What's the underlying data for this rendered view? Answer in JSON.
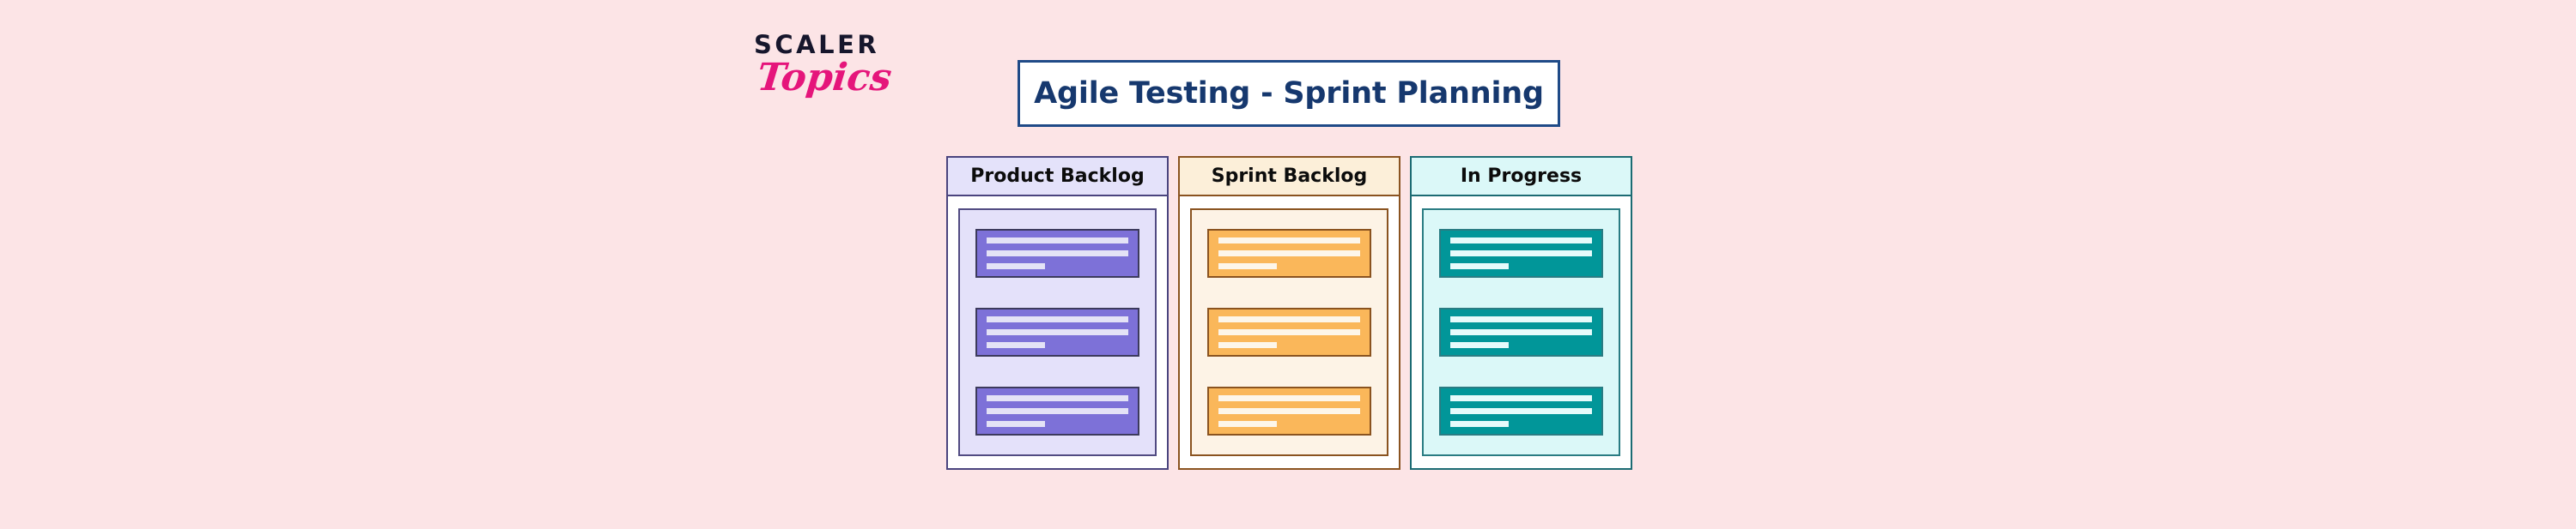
{
  "page": {
    "background_color": "#FCE4E6"
  },
  "logo": {
    "primary_text": "SCALER",
    "secondary_text": "Topics",
    "primary_color": "#16162C",
    "secondary_color": "#E5157B"
  },
  "title_banner": {
    "text": "Agile Testing - Sprint Planning",
    "text_color": "#16386E",
    "border_color": "#1F4A87",
    "background_color": "#FFFFFF"
  },
  "board": {
    "columns": [
      {
        "id": "product-backlog",
        "title": "Product Backlog",
        "header_background": "#E4E2FA",
        "border_color": "#4A447E",
        "panel_background": "#E4E1FA",
        "card_color": "#7D71D8",
        "card_line_color": "#E4E2F6",
        "cards": [
          {
            "lines": [
              "full",
              "full",
              "short"
            ]
          },
          {
            "lines": [
              "full",
              "full",
              "short"
            ]
          },
          {
            "lines": [
              "full",
              "full",
              "short"
            ]
          }
        ]
      },
      {
        "id": "sprint-backlog",
        "title": "Sprint Backlog",
        "header_background": "#FCEFD9",
        "border_color": "#8A5320",
        "panel_background": "#FDF3E6",
        "card_color": "#FAB75A",
        "card_line_color": "#FDF6EA",
        "cards": [
          {
            "lines": [
              "full",
              "full",
              "short"
            ]
          },
          {
            "lines": [
              "full",
              "full",
              "short"
            ]
          },
          {
            "lines": [
              "full",
              "full",
              "short"
            ]
          }
        ]
      },
      {
        "id": "in-progress",
        "title": "In Progress",
        "header_background": "#DBF8F8",
        "border_color": "#1C6B73",
        "panel_background": "#DBF8F8",
        "card_color": "#019699",
        "card_line_color": "#E6FBFB",
        "cards": [
          {
            "lines": [
              "full",
              "full",
              "short"
            ]
          },
          {
            "lines": [
              "full",
              "full",
              "short"
            ]
          },
          {
            "lines": [
              "full",
              "full",
              "short"
            ]
          }
        ]
      }
    ]
  }
}
